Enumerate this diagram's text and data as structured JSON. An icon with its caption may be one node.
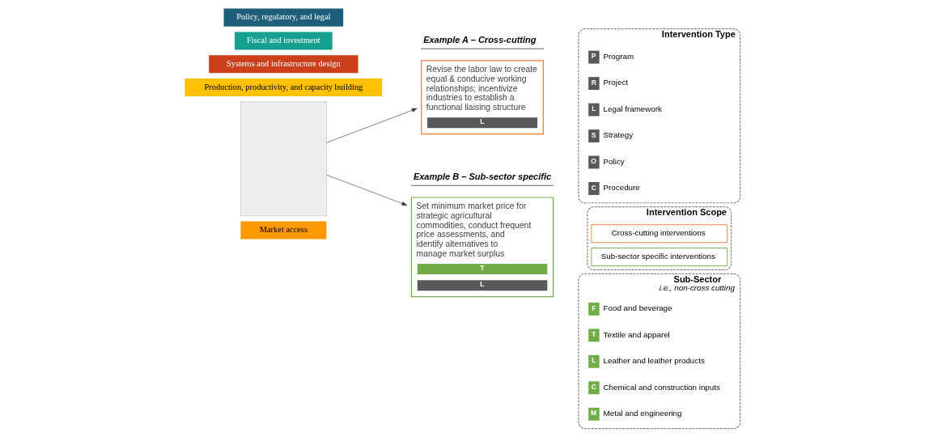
{
  "diagram": {
    "nodes": [
      {
        "text": [],
        "shape": "box"
      },
      {
        "text": [
          "Example A – Cross-cutting",
          "Revise the labor law to create equal & conducive working relationships; incentivize industries to establish a functional liaising structure",
          "L"
        ]
      },
      {
        "text": [
          "Example B – Sub-sector specific",
          "Set minimum market price for strategic agricultural commodities, conduct frequent price assessments, and identify alternatives to manage market surplus",
          "T",
          "L"
        ]
      },
      {
        "text": [
          "Intervention Type"
        ]
      },
      {
        "text": [
          "P",
          "Program"
        ],
        "in": 3
      },
      {
        "text": [
          "R",
          "Project"
        ],
        "in": 3
      },
      {
        "text": [
          "L",
          "Legal framework"
        ],
        "in": 3
      },
      {
        "text": [
          "S",
          "Strategy"
        ],
        "in": 3
      },
      {
        "text": [
          "O",
          "Policy"
        ],
        "in": 3
      },
      {
        "text": [
          "C",
          "Procedure"
        ],
        "in": 3
      },
      {
        "text": [
          "Intervention Scope"
        ]
      },
      {
        "text": [
          "Cross-cutting interventions"
        ],
        "in": 10
      },
      {
        "text": [
          "Sub-sector specific interventions"
        ],
        "in": 10
      },
      {
        "text": [
          "Sub-Sector",
          "i.e., non-cross cutting"
        ]
      },
      {
        "text": [
          "F",
          "Food and beverage"
        ],
        "in": 13
      },
      {
        "text": [
          "T",
          "Textile and apparel"
        ],
        "in": 13
      },
      {
        "text": [
          "L",
          "Leather and leather products"
        ],
        "in": 13
      },
      {
        "text": [
          "C",
          "Chemical and construction inputs"
        ],
        "in": 13
      },
      {
        "text": [
          "M",
          "Metal and engineering"
        ],
        "in": 13
      }
    ],
    "edges": [
      {
        "from": 0,
        "to": 1,
        "arrow": "to"
      },
      {
        "from": 0,
        "to": 2,
        "arrow": "to"
      }
    ],
    "labels": [
      "Policy, regulatory, and legal",
      "Fiscal and investment",
      "Systems and infrastructure design",
      "Production, productivity, and capacity building",
      "Market access"
    ]
  }
}
